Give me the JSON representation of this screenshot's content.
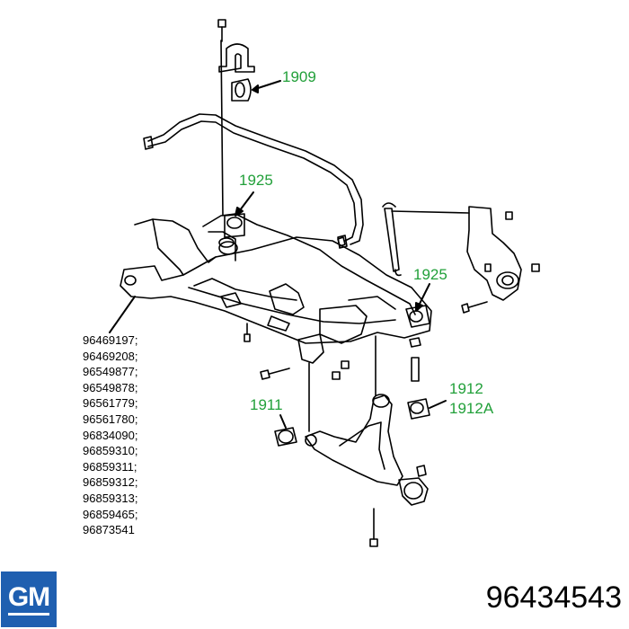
{
  "callouts": {
    "c1909": "1909",
    "c1925_top": "1925",
    "c1925_right": "1925",
    "c1912": "1912",
    "c1912a": "1912A",
    "c1911": "1911"
  },
  "part_numbers": [
    "96469197;",
    "96469208;",
    "96549877;",
    "96549878;",
    "96561779;",
    "96561780;",
    "96834090;",
    "96859310;",
    "96859311;",
    "96859312;",
    "96859313;",
    "96859465;",
    "96873541"
  ],
  "logo_text": "GM",
  "main_part_number": "96434543",
  "colors": {
    "callout": "#22a03a",
    "logo": "#1f5fb0"
  }
}
